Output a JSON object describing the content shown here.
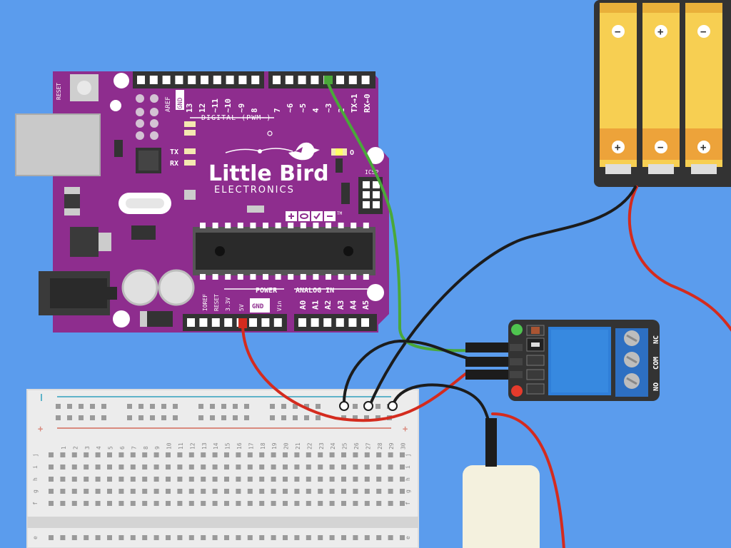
{
  "colors": {
    "background": "#5b9ced",
    "board": "#8e2d8e",
    "board_dark": "#6d1f6d",
    "wire_black": "#1c1c1c",
    "wire_red": "#d42b1e",
    "wire_green": "#4aa83a",
    "relay_blue": "#2f7fd9",
    "battery": "#f7cf52"
  },
  "arduino": {
    "reset_label": "RESET",
    "aref_label": "AREF",
    "gnd_label": "GND",
    "digital_pins": [
      "13",
      "12",
      "~11",
      "~10",
      "~9",
      "8",
      "7",
      "~6",
      "~5",
      "4",
      "~3",
      "2",
      "TX→1",
      "RX←0"
    ],
    "digital_label": "DIGITAL (PWM~)",
    "tx_label": "TX",
    "rx_label": "RX",
    "led_label": "O",
    "icsp_label": "ICSP",
    "brand_line1": "Little Bird",
    "brand_line2": "ELECTRONICS",
    "tm_label": "TM",
    "power_label": "POWER",
    "analog_label": "ANALOG IN",
    "power_pins": [
      "IOREF",
      "RESET",
      "3.3V",
      "5V",
      "GND",
      "Vin"
    ],
    "analog_pins": [
      "A0",
      "A1",
      "A2",
      "A3",
      "A4",
      "A5"
    ],
    "logo_icons": [
      "plus-icon",
      "infinity-icon",
      "check-icon",
      "minus-icon"
    ]
  },
  "relay": {
    "terminal_labels": [
      "NC",
      "COM",
      "NO"
    ]
  },
  "breadboard": {
    "column_numbers": [
      "1",
      "2",
      "3",
      "4",
      "5",
      "6",
      "7",
      "8",
      "9",
      "10",
      "11",
      "12",
      "13",
      "14",
      "15",
      "16",
      "17",
      "18",
      "19",
      "20",
      "21",
      "22",
      "23",
      "24",
      "25",
      "26",
      "27",
      "28",
      "29",
      "30"
    ],
    "row_letters": [
      "j",
      "i",
      "h",
      "g",
      "f"
    ],
    "bottom_row_letter": "e",
    "plus_label": "+"
  },
  "battery": {
    "cells": [
      {
        "top": "−",
        "bottom": "+"
      },
      {
        "top": "+",
        "bottom": "−"
      },
      {
        "top": "−",
        "bottom": "+"
      }
    ]
  }
}
